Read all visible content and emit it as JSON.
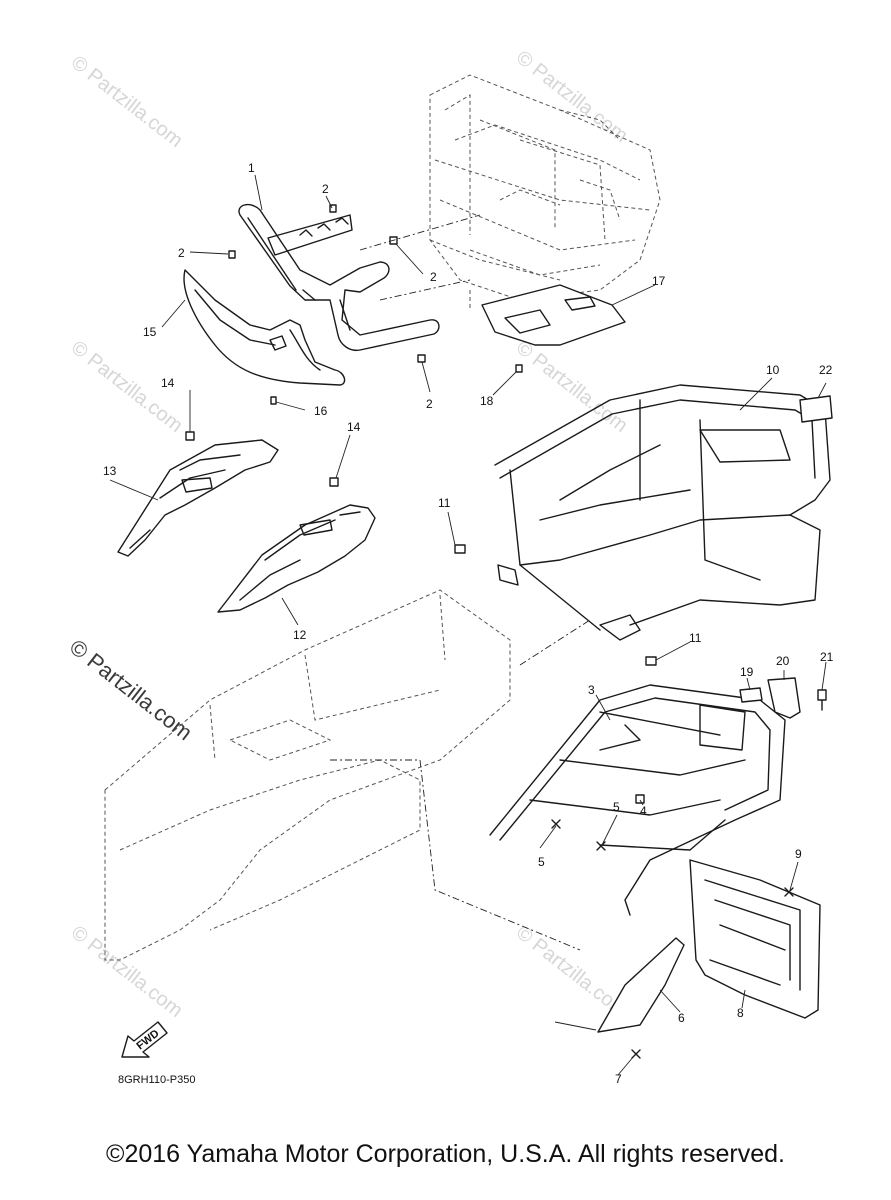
{
  "diagram": {
    "callouts": [
      "1",
      "2",
      "2",
      "2",
      "2",
      "15",
      "16",
      "17",
      "18",
      "14",
      "14",
      "13",
      "12",
      "10",
      "22",
      "11",
      "11",
      "3",
      "19",
      "20",
      "21",
      "4",
      "5",
      "5",
      "9",
      "6",
      "7",
      "8"
    ],
    "drawing_code": "8GRH110-P350",
    "direction_label": "FWD",
    "watermark_text": "© Partzilla.com",
    "watermark_main": "© Partzilla.com"
  },
  "footer": {
    "copyright": "©2016 Yamaha Motor Corporation, U.S.A. All rights reserved."
  }
}
